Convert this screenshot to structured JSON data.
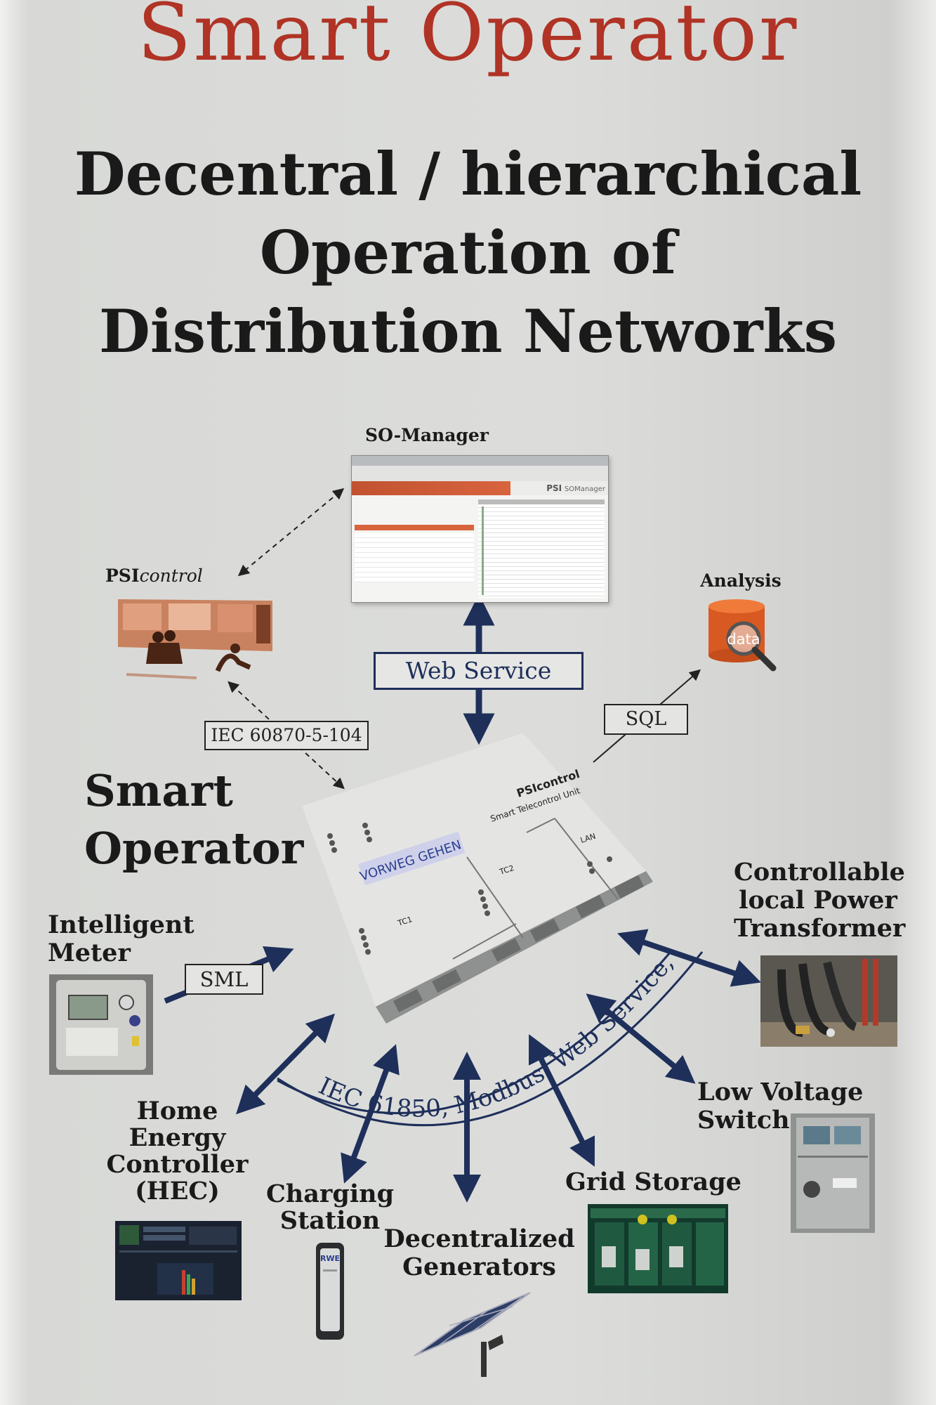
{
  "title": "Smart Operator",
  "subtitle": [
    "Decentral / hierarchical",
    "Operation of",
    "Distribution Networks"
  ],
  "so_manager": {
    "label": "SO-Manager",
    "window_logo": "PSI",
    "window_product": "SOManager"
  },
  "psicontrol": {
    "label_prefix": "PSI",
    "label_suffix": "control"
  },
  "analysis": {
    "label": "Analysis",
    "icon_text": "data"
  },
  "web_service": "Web Service",
  "sql": "SQL",
  "iec104": "IEC 60870-5-104",
  "smart_operator": [
    "Smart",
    "Operator"
  ],
  "device": {
    "brand": "PSIcontrol",
    "product": "Smart Telecontrol Unit",
    "logo_text": "VORWEG GEHEN",
    "sections": [
      "TC1",
      "TC2",
      "LAN"
    ]
  },
  "intelligent_meter": [
    "Intelligent",
    "Meter"
  ],
  "sml": "SML",
  "protocols": "IEC 61850, Modbus, Web Service, . . .",
  "controllable_transformer": [
    "Controllable",
    "local Power",
    "Transformer"
  ],
  "low_voltage_switch": [
    "Low Voltage",
    "Switch"
  ],
  "home_energy_controller": [
    "Home",
    "Energy",
    "Controller",
    "(HEC)"
  ],
  "charging_station": [
    "Charging",
    "Station"
  ],
  "charging_brand": "RWE",
  "decentralized_generators": [
    "Decentralized",
    "Generators"
  ],
  "grid_storage": "Grid Storage",
  "colors": {
    "title_red": "#b03325",
    "navy": "#1e2f5a",
    "text": "#1a1a1a"
  }
}
